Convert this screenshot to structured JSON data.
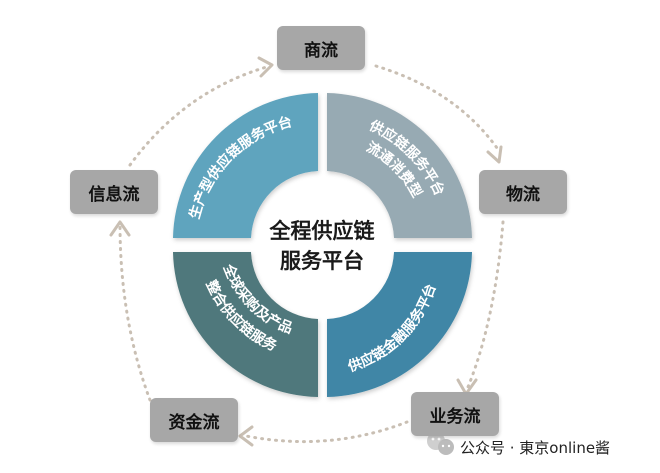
{
  "center": {
    "line1": "全程供应链",
    "line2": "服务平台"
  },
  "segments": {
    "top_left": "生产型供应链服务平台",
    "top_right_line1": "流通消费型",
    "top_right_line2": "供应链服务平台",
    "bottom_right": "供应链金融服务平台",
    "bottom_left_line1": "全球采购及产品",
    "bottom_left_line2": "整合供应链服务"
  },
  "flows": {
    "top": "商流",
    "right": "物流",
    "bottom_right": "业务流",
    "bottom_left": "资金流",
    "left": "信息流"
  },
  "watermark": {
    "text": "公众号 · 東京online酱"
  },
  "colors": {
    "top_left": "#5fa4be",
    "top_right": "#97aab3",
    "bottom_right": "#3f86a6",
    "bottom_left": "#4f787b",
    "box": "#a7a7a7",
    "arrow": "#c9bfb3"
  }
}
